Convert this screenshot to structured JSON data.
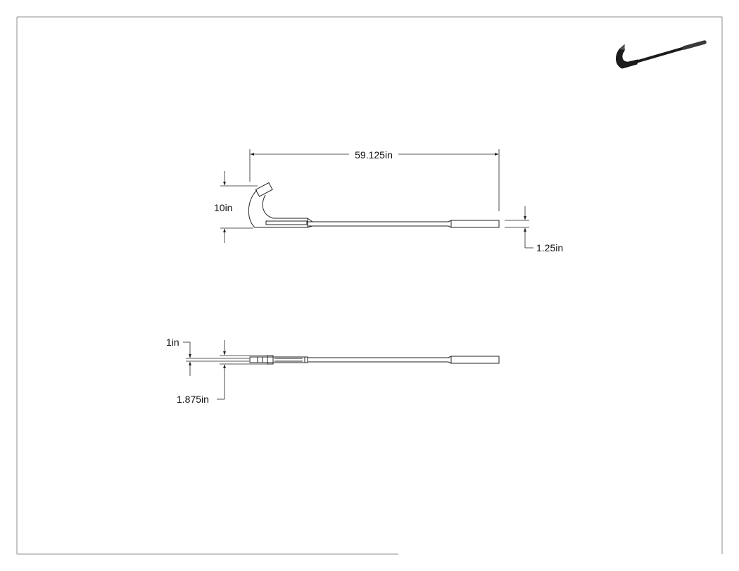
{
  "drawing": {
    "dimensions": {
      "overall_length": "59.125in",
      "hook_height": "10in",
      "shaft_thickness": "1.25in",
      "side_inner": "1in",
      "side_outer": "1.875in"
    },
    "colors": {
      "line": "#222222",
      "border": "#8c8c8c",
      "render_dark": "#1c1c1c",
      "render_mid": "#3a3a3a"
    }
  }
}
